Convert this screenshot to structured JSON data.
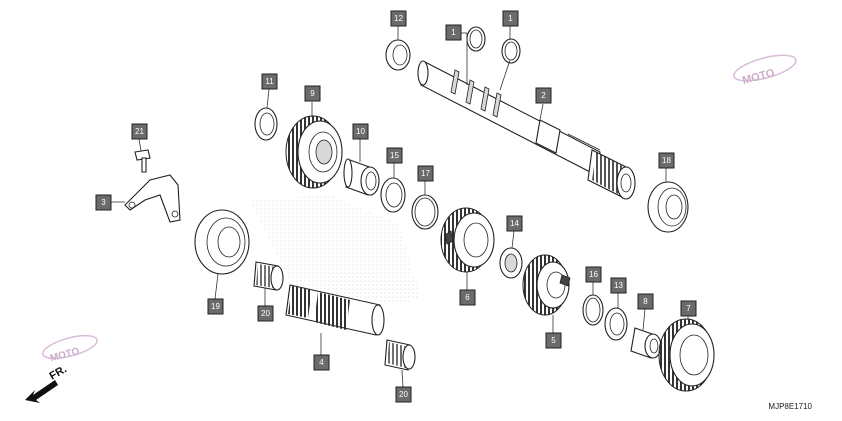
{
  "diagram_code": "MJP8E1710",
  "direction_label": "FR.",
  "callouts": {
    "c1a": "1",
    "c1b": "1",
    "c2": "2",
    "c3": "3",
    "c4": "4",
    "c5": "5",
    "c6": "6",
    "c7": "7",
    "c8": "8",
    "c9": "9",
    "c10": "10",
    "c11": "11",
    "c12": "12",
    "c13": "13",
    "c14": "14",
    "c15": "15",
    "c16": "16",
    "c17": "17",
    "c18": "18",
    "c19": "19",
    "c20a": "20",
    "c20b": "20",
    "c21": "21"
  },
  "colors": {
    "callout_fill": "#6b6b6b",
    "line": "#222222",
    "watermark": "#c8c8c8"
  }
}
